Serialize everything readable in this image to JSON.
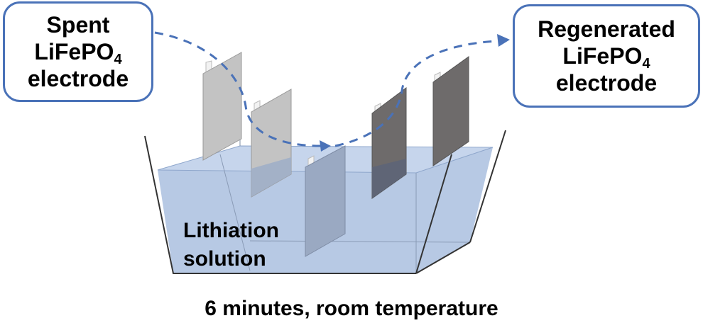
{
  "diagram": {
    "spent_box": {
      "line1": "Spent",
      "formula_main": "LiFePO",
      "formula_sub": "4",
      "line3": "electrode"
    },
    "regenerated_box": {
      "line1": "Regenerated",
      "formula_main": "LiFePO",
      "formula_sub": "4",
      "line3": "electrode"
    },
    "solution_label": {
      "line1": "Lithiation",
      "line2": "solution"
    },
    "caption": "6 minutes, room temperature",
    "colors": {
      "arrow": "#4a72b8",
      "box_border": "#4a72b8",
      "liquid": "#b7c9e4",
      "tank_outline": "#333333",
      "spent_electrode": "#c3c3c3",
      "regenerated_electrode": "#6e6b6b",
      "tab": "#f2f2f2"
    }
  }
}
